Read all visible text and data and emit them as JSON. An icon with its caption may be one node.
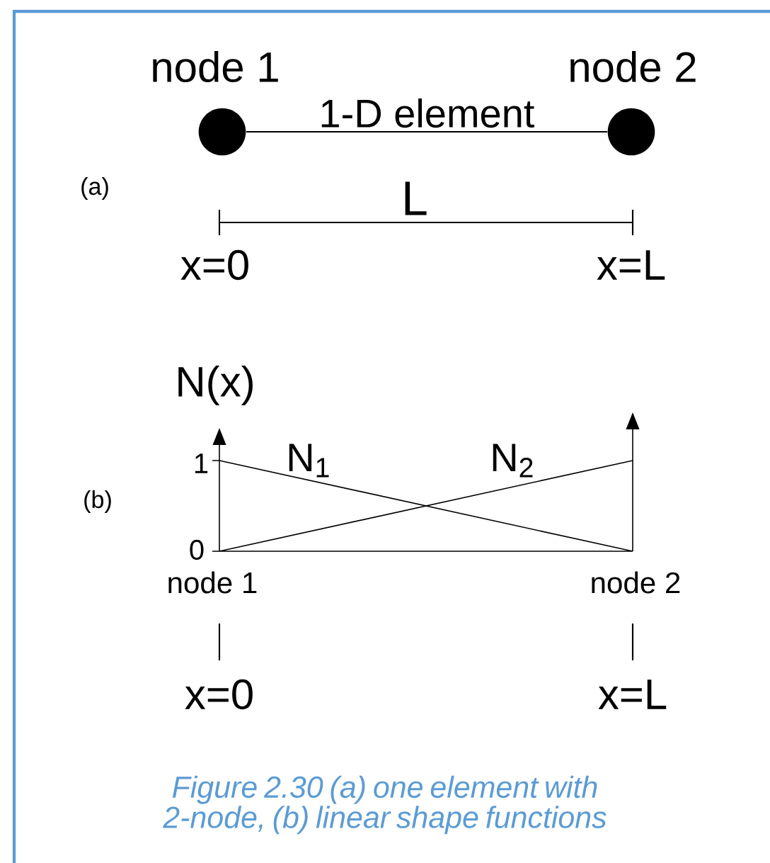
{
  "diagram": {
    "caption": "Figure 2.30 (a) one element with 2-node, (b) linear shape functions",
    "nodes": [
      {
        "text": [],
        "shape": "circle",
        "beside": [
          "node 1"
        ]
      },
      {
        "text": [],
        "shape": "circle",
        "beside": [
          "node 2"
        ]
      }
    ],
    "edges": [
      {
        "from": 0,
        "to": 1,
        "arrow": "none",
        "label": "1-D element"
      }
    ],
    "labels": [
      "(a)",
      "L",
      "x=0",
      "x=L",
      "N(x)",
      "(b)",
      "1",
      "N$_{1}$",
      "N$_{2}$",
      "0",
      "node 1",
      "node 2",
      "x=0",
      "x=L"
    ]
  }
}
